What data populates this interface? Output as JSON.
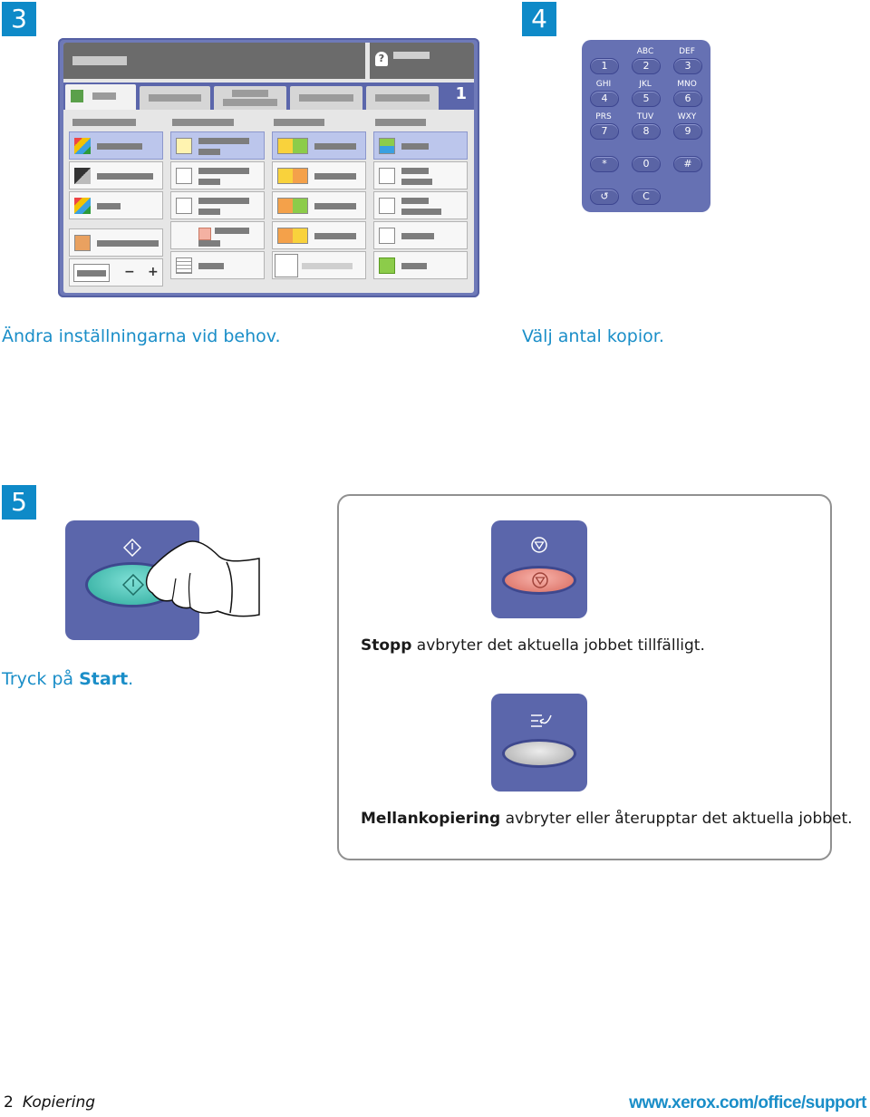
{
  "steps": {
    "s3": {
      "number": "3",
      "caption": "Ändra inställningarna vid behov."
    },
    "s4": {
      "number": "4",
      "caption": "Välj antal kopior."
    },
    "s5": {
      "number": "5",
      "caption_prefix": "Tryck på ",
      "caption_bold": "Start",
      "caption_suffix": "."
    }
  },
  "touchscreen": {
    "tab_count": "1",
    "help_icon": "question-icon"
  },
  "keypad": {
    "keys": [
      {
        "digit": "1",
        "letters": ""
      },
      {
        "digit": "2",
        "letters": "ABC"
      },
      {
        "digit": "3",
        "letters": "DEF"
      },
      {
        "digit": "4",
        "letters": "GHI"
      },
      {
        "digit": "5",
        "letters": "JKL"
      },
      {
        "digit": "6",
        "letters": "MNO"
      },
      {
        "digit": "7",
        "letters": "PRS"
      },
      {
        "digit": "8",
        "letters": "TUV"
      },
      {
        "digit": "9",
        "letters": "WXY"
      },
      {
        "digit": "*",
        "letters": ""
      },
      {
        "digit": "0",
        "letters": ""
      },
      {
        "digit": "#",
        "letters": ""
      },
      {
        "digit": "C",
        "letters": ""
      }
    ],
    "pause_icon": "dial-pause-icon"
  },
  "stop": {
    "bold": "Stopp",
    "text": " avbryter det aktuella jobbet tillfälligt."
  },
  "interrupt": {
    "bold": "Mellankopiering",
    "text": " avbryter eller återupptar det aktuella jobbet."
  },
  "footer": {
    "page_number": "2",
    "section": "Kopiering",
    "url": "www.xerox.com/office/support"
  },
  "colors": {
    "accent": "#1a8ec8",
    "panel": "#5b66ab"
  }
}
